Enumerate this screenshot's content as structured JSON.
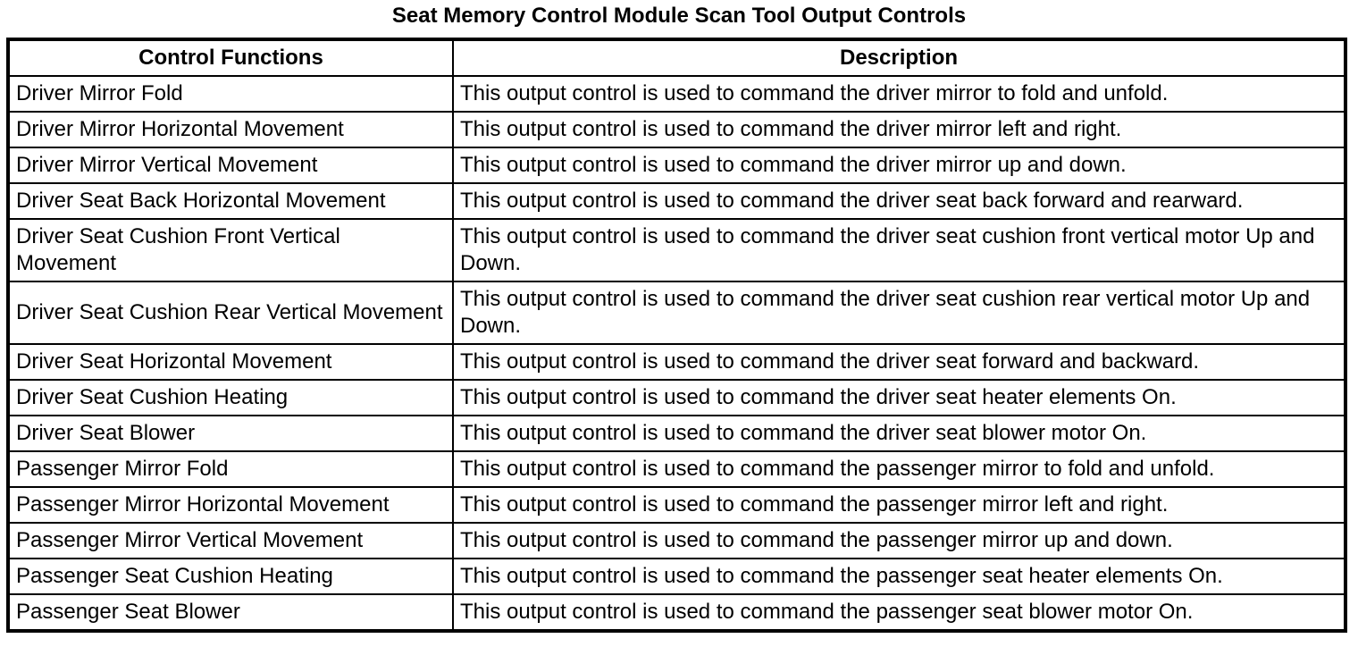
{
  "title": "Seat Memory Control Module Scan Tool Output Controls",
  "table": {
    "columns": [
      "Control Functions",
      "Description"
    ],
    "rows": [
      {
        "function": "Driver Mirror Fold",
        "description": "This output control is used to command the driver mirror to fold and unfold."
      },
      {
        "function": "Driver Mirror Horizontal Movement",
        "description": "This output control is used to command the driver mirror left and right."
      },
      {
        "function": "Driver Mirror Vertical Movement",
        "description": "This output control is used to command the driver mirror up and down."
      },
      {
        "function": "Driver Seat Back Horizontal Movement",
        "description": "This output control is used to command the driver seat back forward and rearward."
      },
      {
        "function": "Driver Seat Cushion Front Vertical Movement",
        "description": "This output control is used to command the driver seat cushion front vertical motor Up and Down."
      },
      {
        "function": "Driver Seat Cushion Rear Vertical Movement",
        "description": "This output control is used to command the driver seat cushion rear vertical motor Up and Down."
      },
      {
        "function": "Driver Seat Horizontal Movement",
        "description": "This output control is used to command the driver seat forward and backward."
      },
      {
        "function": "Driver Seat Cushion Heating",
        "description": "This output control is used to command the driver seat heater elements On."
      },
      {
        "function": "Driver Seat Blower",
        "description": "This output control is used to command the driver seat blower motor On."
      },
      {
        "function": "Passenger Mirror Fold",
        "description": "This output control is used to command the passenger mirror to fold and unfold."
      },
      {
        "function": "Passenger Mirror Horizontal Movement",
        "description": "This output control is used to command the passenger mirror left and right."
      },
      {
        "function": "Passenger Mirror Vertical Movement",
        "description": "This output control is used to command the passenger mirror up and down."
      },
      {
        "function": "Passenger Seat Cushion Heating",
        "description": "This output control is used to command the passenger seat heater elements On."
      },
      {
        "function": "Passenger Seat Blower",
        "description": "This output control is used to command the passenger seat blower motor On."
      }
    ]
  },
  "colors": {
    "background": "#ffffff",
    "text": "#000000",
    "border": "#000000"
  }
}
